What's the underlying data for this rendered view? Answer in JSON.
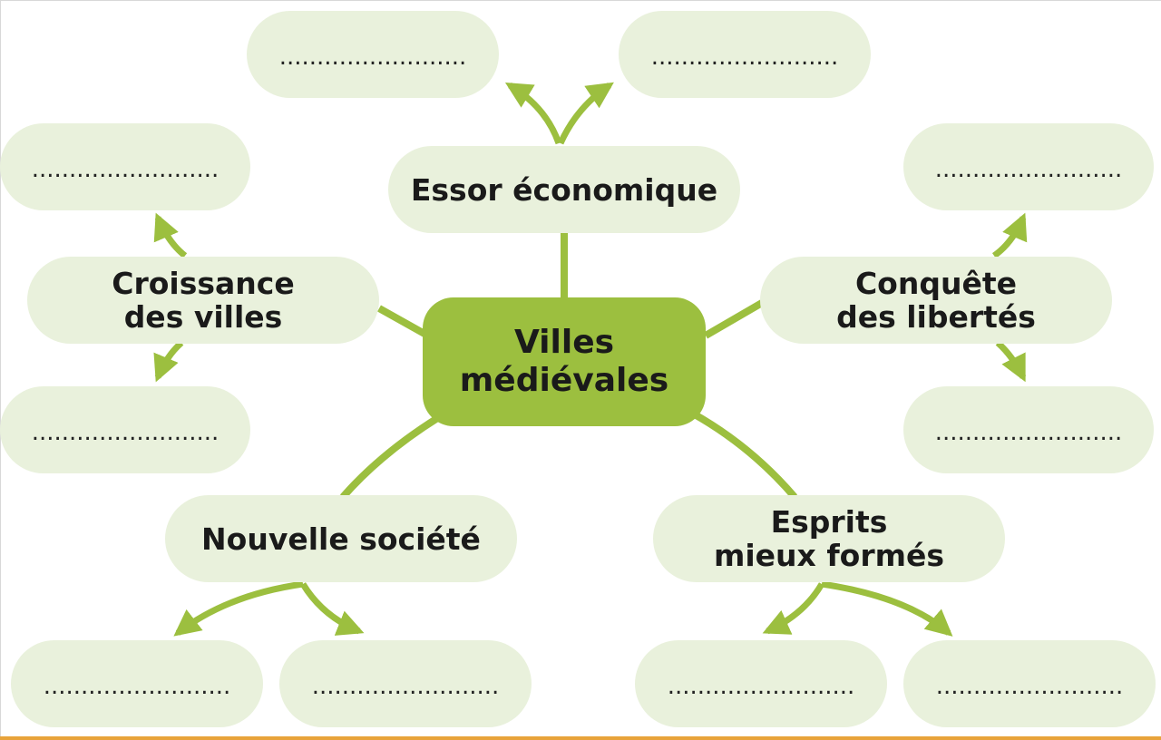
{
  "diagram": {
    "center": {
      "line1": "Villes",
      "line2": "médiévales"
    },
    "branches": {
      "essor": {
        "line1": "Essor économique"
      },
      "croissance": {
        "line1": "Croissance",
        "line2": "des villes"
      },
      "conquete": {
        "line1": "Conquête",
        "line2": "des libertés"
      },
      "societe": {
        "line1": "Nouvelle société"
      },
      "esprits": {
        "line1": "Esprits",
        "line2": "mieux formés"
      }
    },
    "blank": "........................."
  },
  "colors": {
    "accent": "#9cbf3f",
    "pill_fill": "#e9f1dc",
    "text": "#1a1a1a"
  }
}
